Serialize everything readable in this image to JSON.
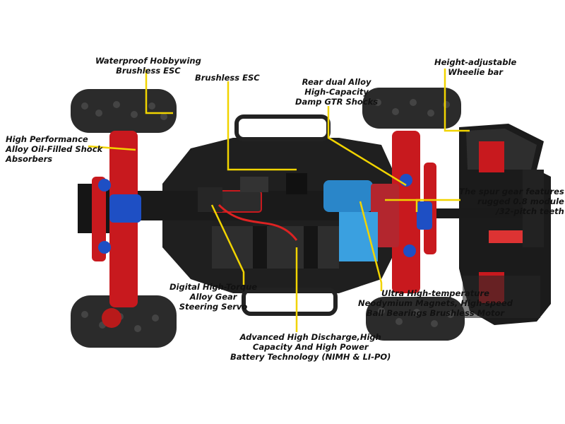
{
  "image": {
    "description_icon": "rc-car-top-view",
    "colors": {
      "chassis": "#1f1f1f",
      "accent_red": "#c8191e",
      "accent_blue": "#1e4fc4",
      "motor_blue": "#2a86c9",
      "leader_line": "#f1d400",
      "tire": "#2b2b2b"
    }
  },
  "callouts": [
    {
      "id": "waterproof-esc",
      "lines": [
        "Waterproof Hobbywing",
        "Brushless ESC"
      ]
    },
    {
      "id": "brushless-esc",
      "lines": [
        "Brushless ESC"
      ]
    },
    {
      "id": "rear-shocks",
      "lines": [
        "Rear dual Alloy",
        "High-Capacity",
        "Damp GTR Shocks"
      ]
    },
    {
      "id": "wheelie-bar",
      "lines": [
        "Height-adjustable",
        "Wheelie bar"
      ]
    },
    {
      "id": "oil-shocks",
      "lines": [
        "High Performance",
        "Alloy Oil-Filled Shock",
        "Absorbers"
      ]
    },
    {
      "id": "spur-gear",
      "lines": [
        "The spur gear features",
        "rugged 0.8 module",
        "/32-pitch teeth"
      ]
    },
    {
      "id": "steering-servo",
      "lines": [
        "Digital High-Torque",
        "Alloy Gear",
        "Steering Servo"
      ]
    },
    {
      "id": "brushless-motor",
      "lines": [
        "Ultra High-temperature",
        "Neodymium Magnets, High-speed",
        "Ball Bearings Brushless Motor"
      ]
    },
    {
      "id": "battery",
      "lines": [
        "Advanced High Discharge,High",
        "Capacity And High Power",
        "Battery Technology (NIMH & LI-PO)"
      ]
    }
  ]
}
